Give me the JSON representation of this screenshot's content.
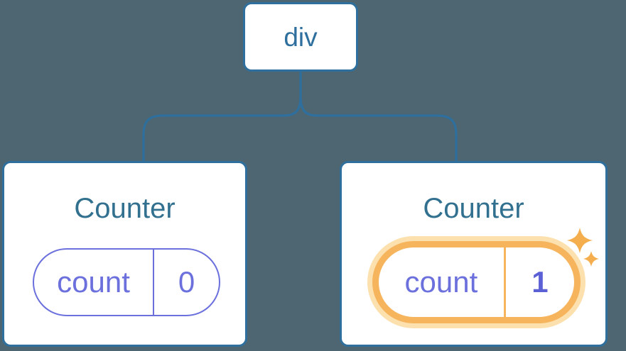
{
  "tree": {
    "root_label": "div",
    "left_counter": {
      "title": "Counter",
      "state_key": "count",
      "state_value": "0",
      "highlighted": false
    },
    "right_counter": {
      "title": "Counter",
      "state_key": "count",
      "state_value": "1",
      "highlighted": true
    }
  },
  "icons": {
    "sparkle_large": "four-point-sparkle",
    "sparkle_small": "four-point-sparkle"
  },
  "colors": {
    "background": "#4d6672",
    "line_blue": "#2e6f9d",
    "node_text_blue": "#2e6f9d",
    "title_text": "#32708f",
    "card_background": "#ffffff",
    "state_purple": "#6b70dd",
    "state_value_bold": "#5b60d4",
    "highlight_orange": "#f6b45c",
    "highlight_halo": "#fce0ae",
    "sparkle_orange": "#f5ae4d"
  }
}
